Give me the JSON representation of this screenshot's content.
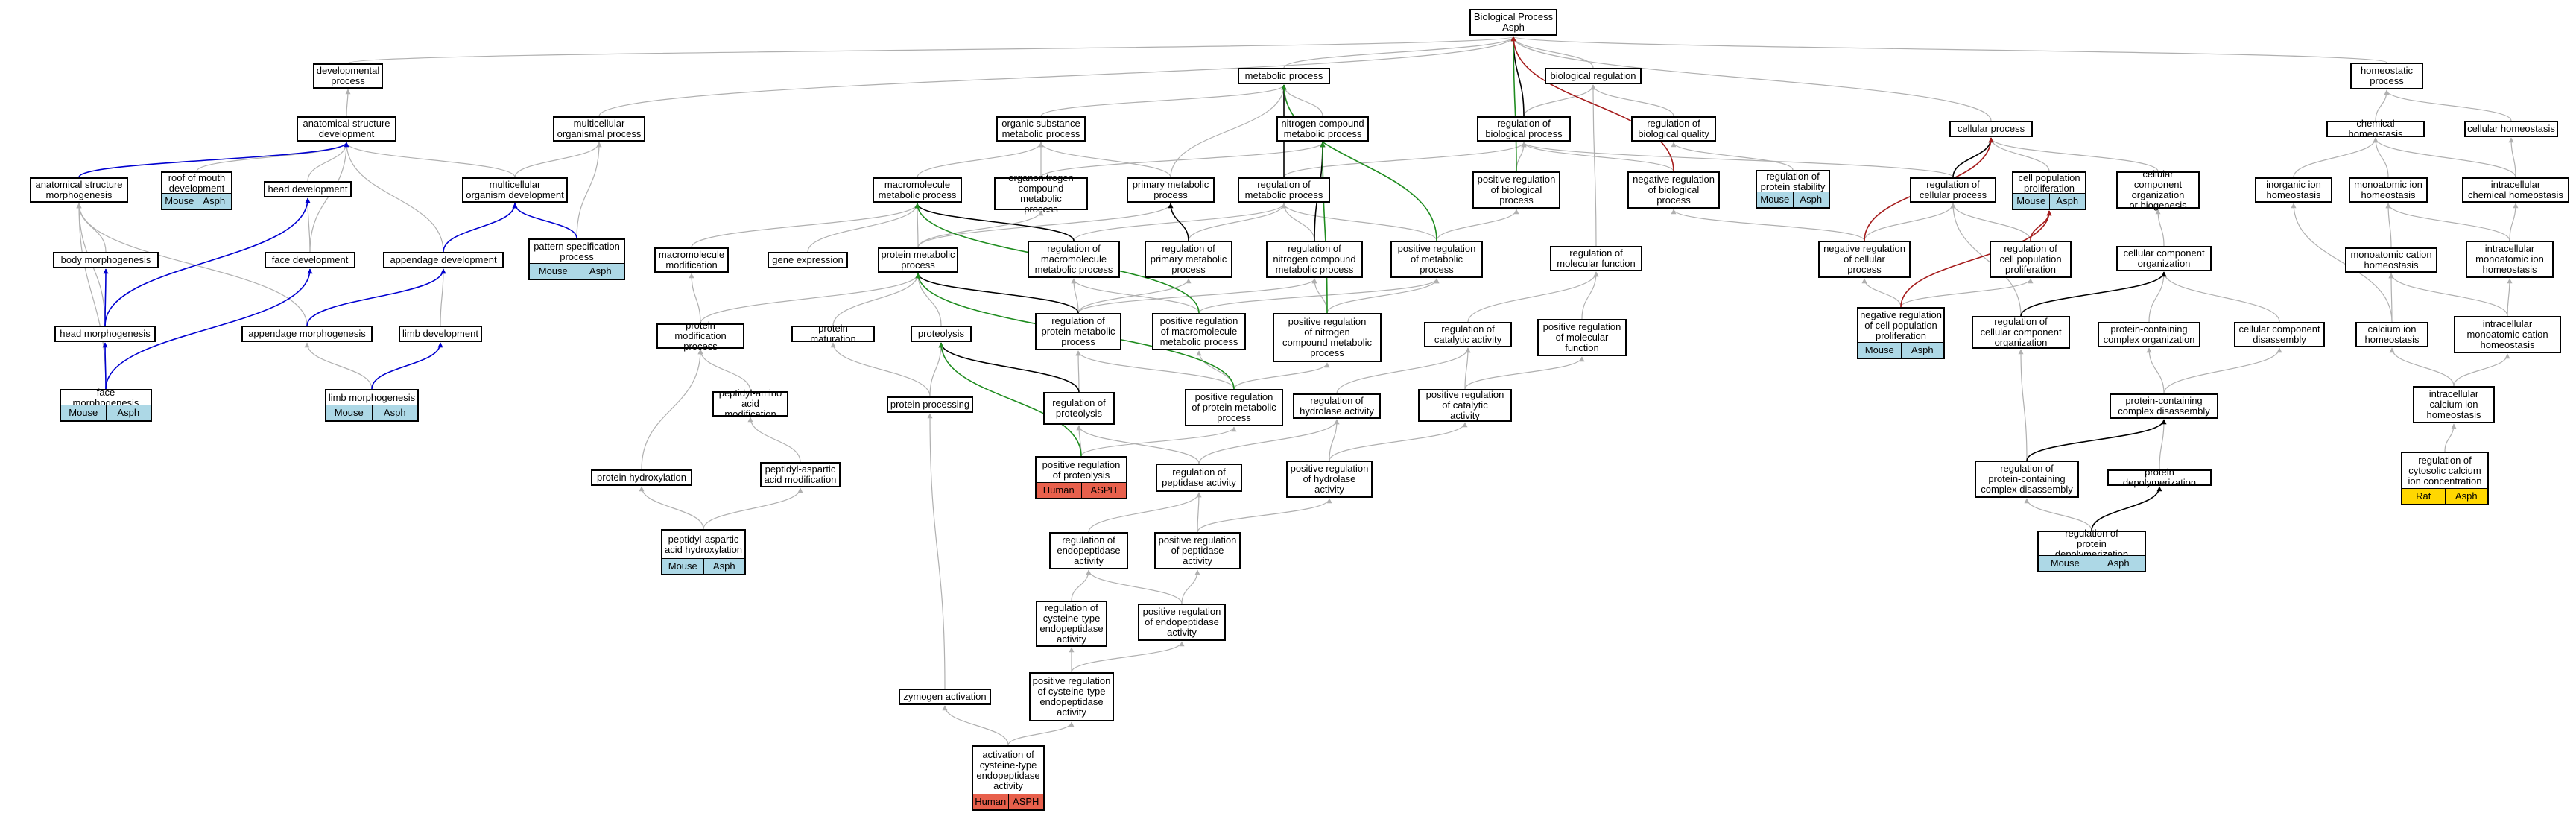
{
  "colors": {
    "edge_gray": "#b0b0b0",
    "edge_blue": "#0000d0",
    "edge_green": "#1f8c1f",
    "edge_red": "#a51c1c",
    "edge_black": "#000000",
    "tag_mouse": "#add8e6",
    "tag_human": "#e8604c",
    "tag_rat": "#ffd700"
  },
  "nodes": [
    {
      "id": "bp",
      "label": "Biological Process\nAsph"
    },
    {
      "id": "dev",
      "label": "developmental\nprocess"
    },
    {
      "id": "asd",
      "label": "anatomical structure\ndevelopment"
    },
    {
      "id": "asm",
      "label": "anatomical structure\nmorphogenesis"
    },
    {
      "id": "roof",
      "label": "roof of mouth\ndevelopment",
      "tags": [
        {
          "text": "Mouse",
          "tone": "mouse"
        },
        {
          "text": "Asph",
          "tone": "mouse"
        }
      ]
    },
    {
      "id": "headdev",
      "label": "head development"
    },
    {
      "id": "moorg",
      "label": "multicellular\norganism development"
    },
    {
      "id": "mop",
      "label": "multicellular\norganismal process"
    },
    {
      "id": "bodym",
      "label": "body morphogenesis"
    },
    {
      "id": "facedev",
      "label": "face development"
    },
    {
      "id": "appdev",
      "label": "appendage development"
    },
    {
      "id": "pattern",
      "label": "pattern specification\nprocess",
      "tags": [
        {
          "text": "Mouse",
          "tone": "mouse"
        },
        {
          "text": "Asph",
          "tone": "mouse"
        }
      ]
    },
    {
      "id": "headm",
      "label": "head morphogenesis"
    },
    {
      "id": "appm",
      "label": "appendage morphogenesis"
    },
    {
      "id": "limbdev",
      "label": "limb development"
    },
    {
      "id": "facem",
      "label": "face morphogenesis",
      "tags": [
        {
          "text": "Mouse",
          "tone": "mouse"
        },
        {
          "text": "Asph",
          "tone": "mouse"
        }
      ]
    },
    {
      "id": "limbm",
      "label": "limb morphogenesis",
      "tags": [
        {
          "text": "Mouse",
          "tone": "mouse"
        },
        {
          "text": "Asph",
          "tone": "mouse"
        }
      ]
    },
    {
      "id": "metab",
      "label": "metabolic process"
    },
    {
      "id": "orgsub",
      "label": "organic substance\nmetabolic process"
    },
    {
      "id": "nitro",
      "label": "nitrogen compound\nmetabolic process"
    },
    {
      "id": "macro",
      "label": "macromolecule\nmetabolic process"
    },
    {
      "id": "orgnitro",
      "label": "organonitrogen\ncompound metabolic\nprocess"
    },
    {
      "id": "primary",
      "label": "primary metabolic\nprocess"
    },
    {
      "id": "regmet",
      "label": "regulation of\nmetabolic process"
    },
    {
      "id": "macromod",
      "label": "macromolecule\nmodification"
    },
    {
      "id": "geneexp",
      "label": "gene expression"
    },
    {
      "id": "protmet",
      "label": "protein metabolic\nprocess"
    },
    {
      "id": "regmacro",
      "label": "regulation of\nmacromolecule\nmetabolic process"
    },
    {
      "id": "regprim",
      "label": "regulation of\nprimary metabolic\nprocess"
    },
    {
      "id": "regnitro",
      "label": "regulation of\nnitrogen compound\nmetabolic process"
    },
    {
      "id": "posregmet",
      "label": "positive regulation\nof metabolic\nprocess"
    },
    {
      "id": "protmod",
      "label": "protein modification\nprocess"
    },
    {
      "id": "protmat",
      "label": "protein maturation"
    },
    {
      "id": "proteol",
      "label": "proteolysis"
    },
    {
      "id": "regprotmet",
      "label": "regulation of\nprotein metabolic\nprocess"
    },
    {
      "id": "posregmacro",
      "label": "positive regulation\nof macromolecule\nmetabolic process"
    },
    {
      "id": "posregnitro",
      "label": "positive regulation\nof nitrogen\ncompound metabolic\nprocess"
    },
    {
      "id": "peptamino",
      "label": "peptidyl-amino\nacid modification"
    },
    {
      "id": "protproc",
      "label": "protein processing"
    },
    {
      "id": "regproteol",
      "label": "regulation of\nproteolysis"
    },
    {
      "id": "posregprotmet",
      "label": "positive regulation\nof protein metabolic\nprocess"
    },
    {
      "id": "prothyd",
      "label": "protein hydroxylation"
    },
    {
      "id": "peptasp",
      "label": "peptidyl-aspartic\nacid modification"
    },
    {
      "id": "posregproteol",
      "label": "positive regulation\nof proteolysis",
      "tags": [
        {
          "text": "Human",
          "tone": "human"
        },
        {
          "text": "ASPH",
          "tone": "human"
        }
      ]
    },
    {
      "id": "peptasphyd",
      "label": "peptidyl-aspartic\nacid hydroxylation",
      "tags": [
        {
          "text": "Mouse",
          "tone": "mouse"
        },
        {
          "text": "Asph",
          "tone": "mouse"
        }
      ]
    },
    {
      "id": "regpept",
      "label": "regulation of\npeptidase activity"
    },
    {
      "id": "regendo",
      "label": "regulation of\nendopeptidase\nactivity"
    },
    {
      "id": "posregpept",
      "label": "positive regulation\nof peptidase\nactivity"
    },
    {
      "id": "regcyst",
      "label": "regulation of\ncysteine-type\nendopeptidase\nactivity"
    },
    {
      "id": "posregendo",
      "label": "positive regulation\nof endopeptidase\nactivity"
    },
    {
      "id": "zymo",
      "label": "zymogen activation"
    },
    {
      "id": "posregcyst",
      "label": "positive regulation\nof cysteine-type\nendopeptidase\nactivity"
    },
    {
      "id": "actcyst",
      "label": "activation of\ncysteine-type\nendopeptidase\nactivity",
      "tags": [
        {
          "text": "Human",
          "tone": "human"
        },
        {
          "text": "ASPH",
          "tone": "human"
        }
      ]
    },
    {
      "id": "bioreg",
      "label": "biological regulation"
    },
    {
      "id": "regbp",
      "label": "regulation of\nbiological process"
    },
    {
      "id": "regbq",
      "label": "regulation of\nbiological quality"
    },
    {
      "id": "posregbp",
      "label": "positive regulation\nof biological\nprocess"
    },
    {
      "id": "negregbp",
      "label": "negative regulation\nof biological\nprocess"
    },
    {
      "id": "regprotstab",
      "label": "regulation of\nprotein stability",
      "tags": [
        {
          "text": "Mouse",
          "tone": "mouse"
        },
        {
          "text": "Asph",
          "tone": "mouse"
        }
      ]
    },
    {
      "id": "regmolfun",
      "label": "regulation of\nmolecular function"
    },
    {
      "id": "regcat",
      "label": "regulation of\ncatalytic activity"
    },
    {
      "id": "posregmolfun",
      "label": "positive regulation\nof molecular\nfunction"
    },
    {
      "id": "reghydro",
      "label": "regulation of\nhydrolase activity"
    },
    {
      "id": "posregcat",
      "label": "positive regulation\nof catalytic\nactivity"
    },
    {
      "id": "posreghydro",
      "label": "positive regulation\nof hydrolase\nactivity"
    },
    {
      "id": "cellproc",
      "label": "cellular process"
    },
    {
      "id": "regcell",
      "label": "regulation of\ncellular process"
    },
    {
      "id": "cellpop",
      "label": "cell population\nproliferation",
      "tags": [
        {
          "text": "Mouse",
          "tone": "mouse"
        },
        {
          "text": "Asph",
          "tone": "mouse"
        }
      ]
    },
    {
      "id": "ccob",
      "label": "cellular component\norganization\nor biogenesis"
    },
    {
      "id": "negregcell",
      "label": "negative regulation\nof cellular\nprocess"
    },
    {
      "id": "regcellpop",
      "label": "regulation of\ncell population\nproliferation"
    },
    {
      "id": "cco",
      "label": "cellular component\norganization"
    },
    {
      "id": "negregcellpop",
      "label": "negative regulation\nof cell population\nproliferation",
      "tags": [
        {
          "text": "Mouse",
          "tone": "mouse"
        },
        {
          "text": "Asph",
          "tone": "mouse"
        }
      ]
    },
    {
      "id": "regcco",
      "label": "regulation of\ncellular component\norganization"
    },
    {
      "id": "pcco",
      "label": "protein-containing\ncomplex organization"
    },
    {
      "id": "ccdis",
      "label": "cellular component\ndisassembly"
    },
    {
      "id": "pcdis",
      "label": "protein-containing\ncomplex disassembly"
    },
    {
      "id": "regpcdis",
      "label": "regulation of\nprotein-containing\ncomplex disassembly"
    },
    {
      "id": "protdepol",
      "label": "protein depolymerization"
    },
    {
      "id": "regprotdepol",
      "label": "regulation of\nprotein depolymerization",
      "tags": [
        {
          "text": "Mouse",
          "tone": "mouse"
        },
        {
          "text": "Asph",
          "tone": "mouse"
        }
      ]
    },
    {
      "id": "homeo",
      "label": "homeostatic\nprocess"
    },
    {
      "id": "chemhomeo",
      "label": "chemical homeostasis"
    },
    {
      "id": "cellhomeo",
      "label": "cellular homeostasis"
    },
    {
      "id": "inorg",
      "label": "inorganic ion\nhomeostasis"
    },
    {
      "id": "monoion",
      "label": "monoatomic ion\nhomeostasis"
    },
    {
      "id": "intrachem",
      "label": "intracellular\nchemical homeostasis"
    },
    {
      "id": "monocat",
      "label": "monoatomic cation\nhomeostasis"
    },
    {
      "id": "intramonoion",
      "label": "intracellular\nmonoatomic ion\nhomeostasis"
    },
    {
      "id": "calcium",
      "label": "calcium ion\nhomeostasis"
    },
    {
      "id": "intramonocat",
      "label": "intracellular\nmonoatomic cation\nhomeostasis"
    },
    {
      "id": "intracalc",
      "label": "intracellular\ncalcium ion\nhomeostasis"
    },
    {
      "id": "regcyto",
      "label": "regulation of\ncytosolic calcium\nion concentration",
      "tags": [
        {
          "text": "Rat",
          "tone": "rat"
        },
        {
          "text": "Asph",
          "tone": "rat"
        }
      ]
    }
  ],
  "edges": [
    [
      "dev",
      "bp",
      "gray"
    ],
    [
      "mop",
      "bp",
      "gray"
    ],
    [
      "metab",
      "bp",
      "gray"
    ],
    [
      "bioreg",
      "bp",
      "gray"
    ],
    [
      "cellproc",
      "bp",
      "gray"
    ],
    [
      "homeo",
      "bp",
      "gray"
    ],
    [
      "regbp",
      "bp",
      "black"
    ],
    [
      "posregbp",
      "bp",
      "green"
    ],
    [
      "negregbp",
      "bp",
      "red"
    ],
    [
      "asd",
      "dev",
      "gray"
    ],
    [
      "asm",
      "asd",
      "gray"
    ],
    [
      "roof",
      "asd",
      "gray"
    ],
    [
      "headdev",
      "asd",
      "gray"
    ],
    [
      "moorg",
      "asd",
      "gray"
    ],
    [
      "appdev",
      "asd",
      "gray"
    ],
    [
      "moorg",
      "mop",
      "gray"
    ],
    [
      "pattern",
      "mop",
      "gray"
    ],
    [
      "bodym",
      "asm",
      "gray"
    ],
    [
      "headm",
      "asm",
      "gray"
    ],
    [
      "appm",
      "asm",
      "gray"
    ],
    [
      "facem",
      "asm",
      "gray"
    ],
    [
      "facedev",
      "headdev",
      "gray"
    ],
    [
      "facedev",
      "asd",
      "gray"
    ],
    [
      "appdev",
      "moorg",
      "gray"
    ],
    [
      "limbdev",
      "appdev",
      "gray"
    ],
    [
      "limbm",
      "appm",
      "gray"
    ],
    [
      "limbm",
      "limbdev",
      "gray"
    ],
    [
      "headm",
      "bodym",
      "blue"
    ],
    [
      "headm",
      "headdev",
      "blue"
    ],
    [
      "facem",
      "headm",
      "blue"
    ],
    [
      "facem",
      "facedev",
      "blue"
    ],
    [
      "asm",
      "asd",
      "blue"
    ],
    [
      "pattern",
      "moorg",
      "blue"
    ],
    [
      "appm",
      "appdev",
      "blue"
    ],
    [
      "limbm",
      "limbdev",
      "blue"
    ],
    [
      "appdev",
      "moorg",
      "blue"
    ],
    [
      "orgsub",
      "metab",
      "gray"
    ],
    [
      "nitro",
      "metab",
      "gray"
    ],
    [
      "primary",
      "metab",
      "gray"
    ],
    [
      "macro",
      "orgsub",
      "gray"
    ],
    [
      "orgnitro",
      "orgsub",
      "gray"
    ],
    [
      "orgnitro",
      "nitro",
      "gray"
    ],
    [
      "primary",
      "orgsub",
      "gray"
    ],
    [
      "macromod",
      "macro",
      "gray"
    ],
    [
      "geneexp",
      "macro",
      "gray"
    ],
    [
      "protmet",
      "macro",
      "gray"
    ],
    [
      "protmet",
      "primary",
      "gray"
    ],
    [
      "protmet",
      "orgnitro",
      "gray"
    ],
    [
      "protmod",
      "macromod",
      "gray"
    ],
    [
      "protmod",
      "protmet",
      "gray"
    ],
    [
      "protmat",
      "protmet",
      "gray"
    ],
    [
      "proteol",
      "protmet",
      "gray"
    ],
    [
      "protproc",
      "protmat",
      "gray"
    ],
    [
      "protproc",
      "proteol",
      "gray"
    ],
    [
      "peptamino",
      "protmod",
      "gray"
    ],
    [
      "prothyd",
      "protmod",
      "gray"
    ],
    [
      "peptasp",
      "peptamino",
      "gray"
    ],
    [
      "peptasphyd",
      "prothyd",
      "gray"
    ],
    [
      "peptasphyd",
      "peptasp",
      "gray"
    ],
    [
      "zymo",
      "protproc",
      "gray"
    ],
    [
      "actcyst",
      "zymo",
      "gray"
    ],
    [
      "actcyst",
      "posregcyst",
      "gray"
    ],
    [
      "regmet",
      "metab",
      "black"
    ],
    [
      "regmet",
      "regbp",
      "gray"
    ],
    [
      "regmacro",
      "macro",
      "black"
    ],
    [
      "regmacro",
      "regmet",
      "gray"
    ],
    [
      "regprim",
      "primary",
      "black"
    ],
    [
      "regprim",
      "regmet",
      "gray"
    ],
    [
      "regnitro",
      "nitro",
      "black"
    ],
    [
      "regnitro",
      "regmet",
      "gray"
    ],
    [
      "posregmet",
      "metab",
      "green"
    ],
    [
      "posregmet",
      "regmet",
      "gray"
    ],
    [
      "posregmet",
      "posregbp",
      "gray"
    ],
    [
      "regprotmet",
      "protmet",
      "black"
    ],
    [
      "regprotmet",
      "regmacro",
      "gray"
    ],
    [
      "regprotmet",
      "regprim",
      "gray"
    ],
    [
      "regprotmet",
      "regnitro",
      "gray"
    ],
    [
      "posregmacro",
      "macro",
      "green"
    ],
    [
      "posregmacro",
      "regmacro",
      "gray"
    ],
    [
      "posregmacro",
      "posregmet",
      "gray"
    ],
    [
      "posregnitro",
      "nitro",
      "green"
    ],
    [
      "posregnitro",
      "regnitro",
      "gray"
    ],
    [
      "posregnitro",
      "posregmet",
      "gray"
    ],
    [
      "regproteol",
      "proteol",
      "black"
    ],
    [
      "regproteol",
      "regprotmet",
      "gray"
    ],
    [
      "posregprotmet",
      "protmet",
      "green"
    ],
    [
      "posregprotmet",
      "regprotmet",
      "gray"
    ],
    [
      "posregprotmet",
      "posregmacro",
      "gray"
    ],
    [
      "posregprotmet",
      "posregnitro",
      "gray"
    ],
    [
      "posregproteol",
      "proteol",
      "green"
    ],
    [
      "posregproteol",
      "regproteol",
      "gray"
    ],
    [
      "posregproteol",
      "posregprotmet",
      "gray"
    ],
    [
      "regpept",
      "regproteol",
      "gray"
    ],
    [
      "regpept",
      "reghydro",
      "gray"
    ],
    [
      "regendo",
      "regpept",
      "gray"
    ],
    [
      "posregpept",
      "regpept",
      "gray"
    ],
    [
      "posregpept",
      "posreghydro",
      "gray"
    ],
    [
      "regcyst",
      "regendo",
      "gray"
    ],
    [
      "posregendo",
      "regendo",
      "gray"
    ],
    [
      "posregendo",
      "posregpept",
      "gray"
    ],
    [
      "posregcyst",
      "regcyst",
      "gray"
    ],
    [
      "posregcyst",
      "posregendo",
      "gray"
    ],
    [
      "regbp",
      "bioreg",
      "gray"
    ],
    [
      "regbq",
      "bioreg",
      "gray"
    ],
    [
      "regmolfun",
      "bioreg",
      "gray"
    ],
    [
      "posregbp",
      "regbp",
      "gray"
    ],
    [
      "negregbp",
      "regbp",
      "gray"
    ],
    [
      "regprotstab",
      "regbq",
      "gray"
    ],
    [
      "regcat",
      "regmolfun",
      "gray"
    ],
    [
      "posregmolfun",
      "regmolfun",
      "gray"
    ],
    [
      "reghydro",
      "regcat",
      "gray"
    ],
    [
      "posregcat",
      "regcat",
      "gray"
    ],
    [
      "posregcat",
      "posregmolfun",
      "gray"
    ],
    [
      "posreghydro",
      "reghydro",
      "gray"
    ],
    [
      "posreghydro",
      "posregcat",
      "gray"
    ],
    [
      "regcell",
      "cellproc",
      "black"
    ],
    [
      "regcell",
      "regbp",
      "gray"
    ],
    [
      "cellpop",
      "cellproc",
      "gray"
    ],
    [
      "ccob",
      "cellproc",
      "gray"
    ],
    [
      "negregcell",
      "cellproc",
      "red"
    ],
    [
      "negregcell",
      "regcell",
      "gray"
    ],
    [
      "negregcell",
      "negregbp",
      "gray"
    ],
    [
      "regcellpop",
      "cellpop",
      "red"
    ],
    [
      "regcellpop",
      "regcell",
      "gray"
    ],
    [
      "negregcellpop",
      "regcellpop",
      "gray"
    ],
    [
      "negregcellpop",
      "negregcell",
      "gray"
    ],
    [
      "negregcellpop",
      "cellpop",
      "red"
    ],
    [
      "cco",
      "ccob",
      "gray"
    ],
    [
      "regcco",
      "cco",
      "black"
    ],
    [
      "regcco",
      "regcell",
      "gray"
    ],
    [
      "pcco",
      "cco",
      "gray"
    ],
    [
      "ccdis",
      "cco",
      "gray"
    ],
    [
      "pcdis",
      "pcco",
      "gray"
    ],
    [
      "pcdis",
      "ccdis",
      "gray"
    ],
    [
      "regpcdis",
      "pcdis",
      "black"
    ],
    [
      "regpcdis",
      "regcco",
      "gray"
    ],
    [
      "protdepol",
      "pcdis",
      "gray"
    ],
    [
      "regprotdepol",
      "protdepol",
      "black"
    ],
    [
      "regprotdepol",
      "regpcdis",
      "gray"
    ],
    [
      "chemhomeo",
      "homeo",
      "gray"
    ],
    [
      "cellhomeo",
      "homeo",
      "gray"
    ],
    [
      "inorg",
      "chemhomeo",
      "gray"
    ],
    [
      "monoion",
      "chemhomeo",
      "gray"
    ],
    [
      "intrachem",
      "chemhomeo",
      "gray"
    ],
    [
      "intrachem",
      "cellhomeo",
      "gray"
    ],
    [
      "monocat",
      "monoion",
      "gray"
    ],
    [
      "intramonoion",
      "monoion",
      "gray"
    ],
    [
      "intramonoion",
      "intrachem",
      "gray"
    ],
    [
      "calcium",
      "inorg",
      "gray"
    ],
    [
      "calcium",
      "monocat",
      "gray"
    ],
    [
      "intramonocat",
      "monocat",
      "gray"
    ],
    [
      "intramonocat",
      "intramonoion",
      "gray"
    ],
    [
      "intracalc",
      "calcium",
      "gray"
    ],
    [
      "intracalc",
      "intramonocat",
      "gray"
    ],
    [
      "regcyto",
      "intracalc",
      "gray"
    ]
  ]
}
